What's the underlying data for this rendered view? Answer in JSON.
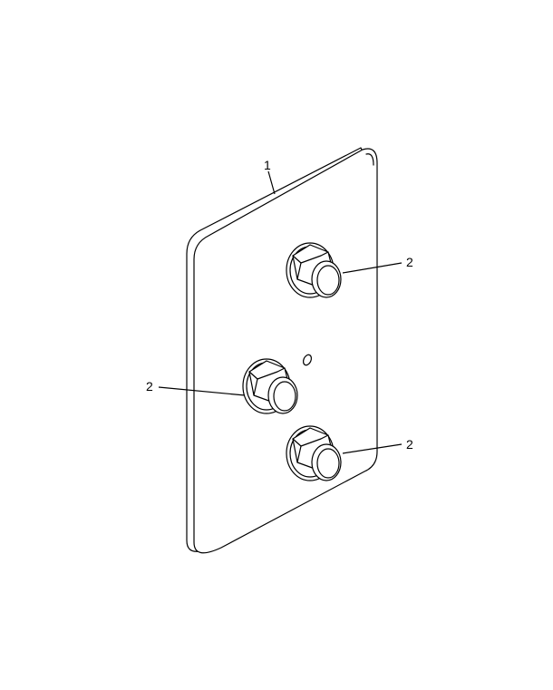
{
  "callouts": {
    "plate": "1",
    "nut_top": "2",
    "nut_middle": "2",
    "nut_bottom": "2"
  },
  "colors": {
    "line": "#000000",
    "background": "#ffffff"
  }
}
